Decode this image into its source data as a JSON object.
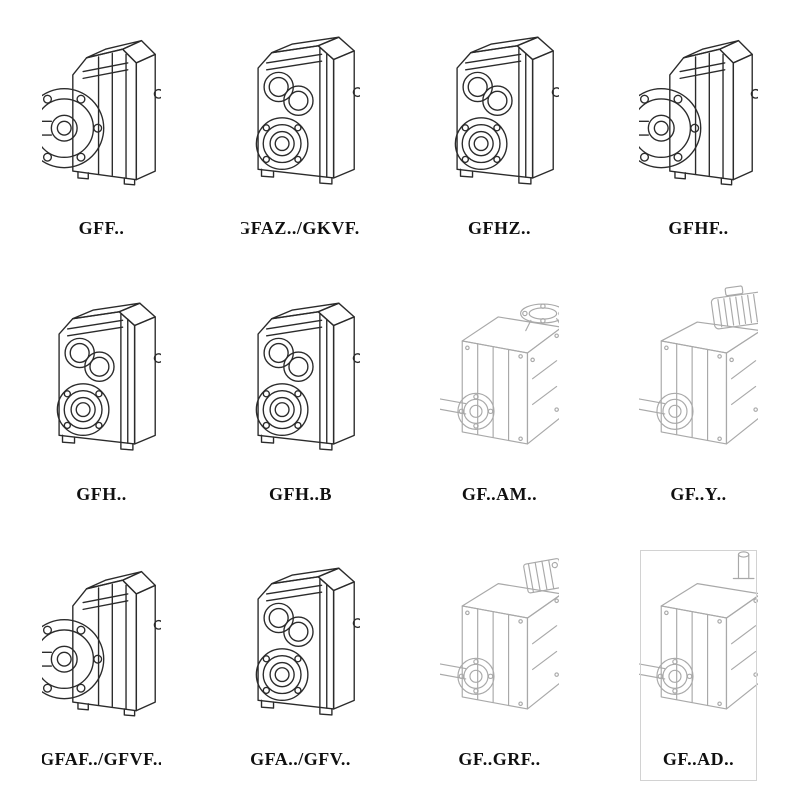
{
  "catalog": {
    "items": [
      {
        "label": "GFF..",
        "drawing": "flange-mounted-gearbox-with-solid-shaft",
        "ref": "#gb-flange"
      },
      {
        "label": "GFAZ../GKVF..",
        "drawing": "shaft-mounted-gearbox-hollow-bores",
        "ref": "#gb-bores"
      },
      {
        "label": "GFHZ..",
        "drawing": "shaft-mounted-gearbox-hollow-bores",
        "ref": "#gb-bores"
      },
      {
        "label": "GFHF..",
        "drawing": "flange-mounted-gearbox-with-solid-shaft",
        "ref": "#gb-flange"
      },
      {
        "label": "GFH..",
        "drawing": "foot-mounted-gearbox-hollow-bores",
        "ref": "#gb-bores"
      },
      {
        "label": "GFH..B",
        "drawing": "foot-mounted-gearbox-hollow-bores",
        "ref": "#gb-bores"
      },
      {
        "label": "GF..AM..",
        "drawing": "gearbox-with-motor-adapter-flange",
        "ref": "#gb-side-flange"
      },
      {
        "label": "GF..Y..",
        "drawing": "gearbox-with-mounted-motor",
        "ref": "#gb-motor"
      },
      {
        "label": "GFAF../GFVF..",
        "drawing": "flange-mounted-gearbox-with-solid-shaft",
        "ref": "#gb-flange"
      },
      {
        "label": "GFA../GFV..",
        "drawing": "shaft-mounted-gearbox-hollow-bores",
        "ref": "#gb-bores"
      },
      {
        "label": "GF..GRF..",
        "drawing": "gearbox-with-input-adapter-block",
        "ref": "#gb-side-block"
      },
      {
        "label": "GF..AD..",
        "drawing": "gearbox-with-input-shaft-adapter",
        "ref": "#gb-side-shaft"
      }
    ]
  }
}
